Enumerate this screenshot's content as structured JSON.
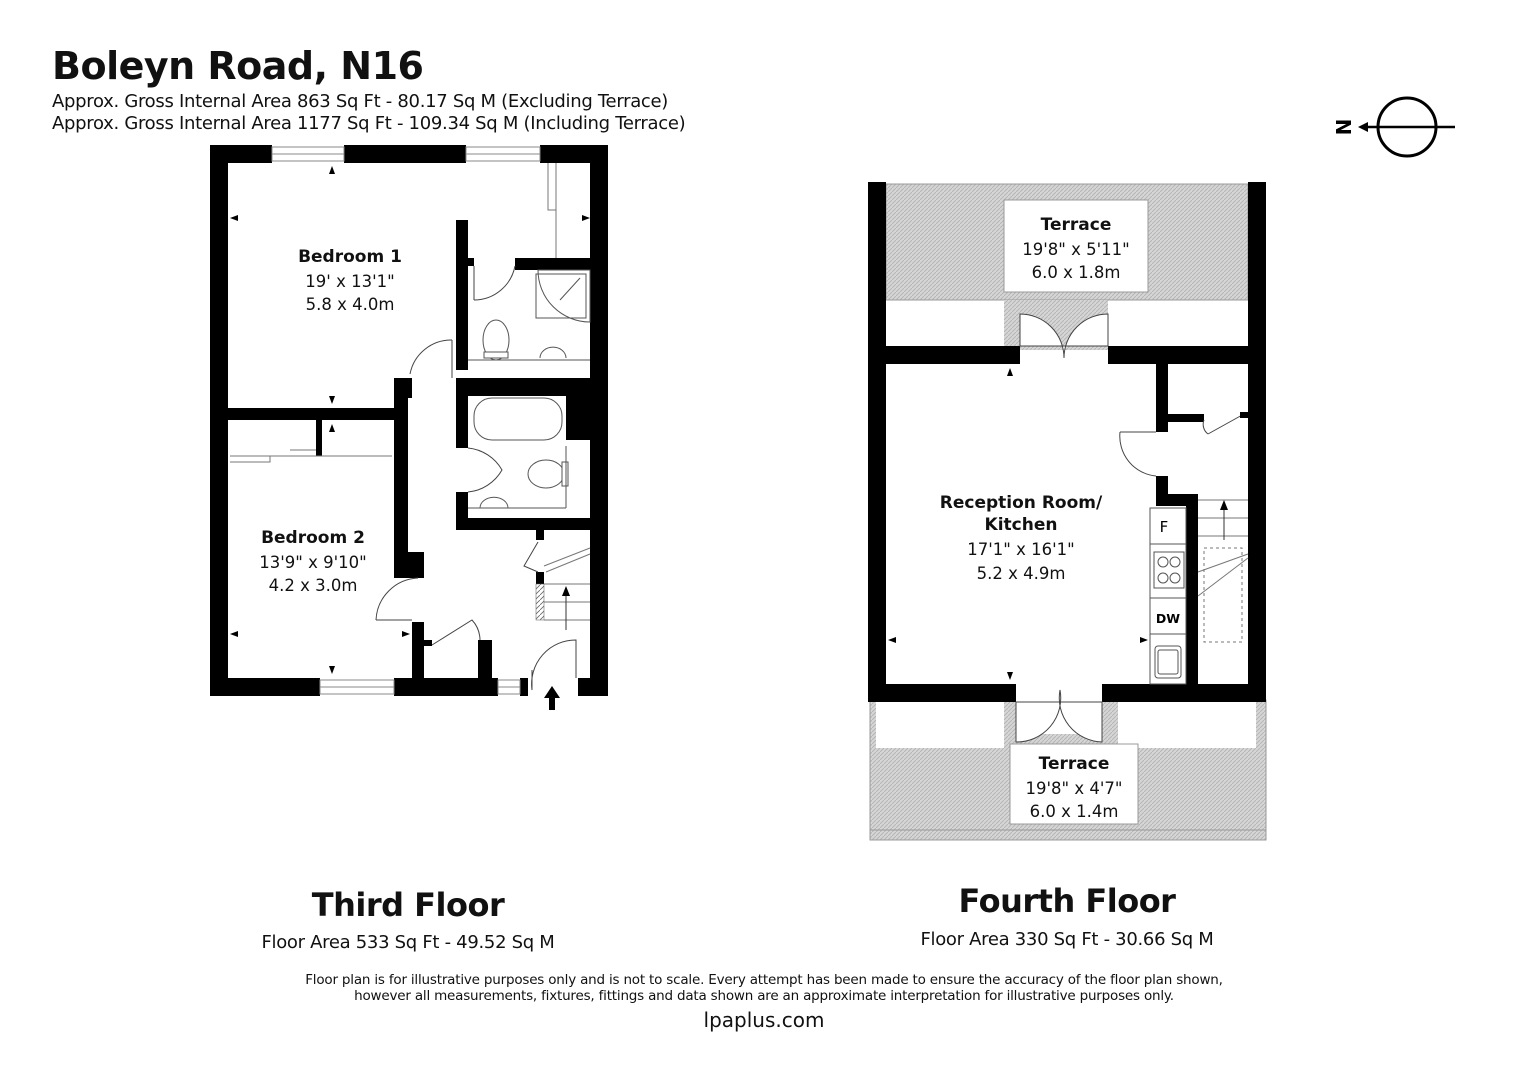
{
  "header": {
    "title": "Boleyn Road, N16",
    "area_excluding": "Approx. Gross Internal Area 863 Sq Ft - 80.17 Sq M (Excluding Terrace)",
    "area_including": "Approx. Gross Internal Area 1177 Sq Ft - 109.34 Sq M (Including Terrace)"
  },
  "compass": {
    "label": "N",
    "icon": "north-arrow-icon"
  },
  "floors": [
    {
      "name": "Third Floor",
      "area": "Floor Area 533 Sq Ft - 49.52 Sq M",
      "rooms": [
        {
          "name": "Bedroom 1",
          "imperial": "19' x 13'1\"",
          "metric": "5.8 x 4.0m"
        },
        {
          "name": "Bedroom 2",
          "imperial": "13'9\" x 9'10\"",
          "metric": "4.2 x 3.0m"
        }
      ],
      "fixtures": [
        "shower",
        "toilet",
        "basin",
        "bath",
        "toilet",
        "basin",
        "stairs-up",
        "entrance-arrow"
      ]
    },
    {
      "name": "Fourth Floor",
      "area": "Floor Area 330 Sq Ft - 30.66 Sq M",
      "rooms": [
        {
          "name": "Terrace",
          "imperial": "19'8\" x 5'11\"",
          "metric": "6.0 x 1.8m"
        },
        {
          "name_line1": "Reception Room/",
          "name_line2": "Kitchen",
          "imperial": "17'1\" x 16'1\"",
          "metric": "5.2 x 4.9m"
        },
        {
          "name": "Terrace",
          "imperial": "19'8\" x 4'7\"",
          "metric": "6.0 x 1.4m"
        }
      ],
      "appliances": {
        "fridge": "F",
        "dishwasher": "DW"
      }
    }
  ],
  "footer": {
    "disclaimer_line1": "Floor plan is for illustrative purposes only and is not to scale. Every attempt has been made to ensure the accuracy of the floor plan shown,",
    "disclaimer_line2": "however all measurements, fixtures, fittings and data shown are an approximate interpretation for illustrative purposes only.",
    "website": "lpaplus.com"
  }
}
